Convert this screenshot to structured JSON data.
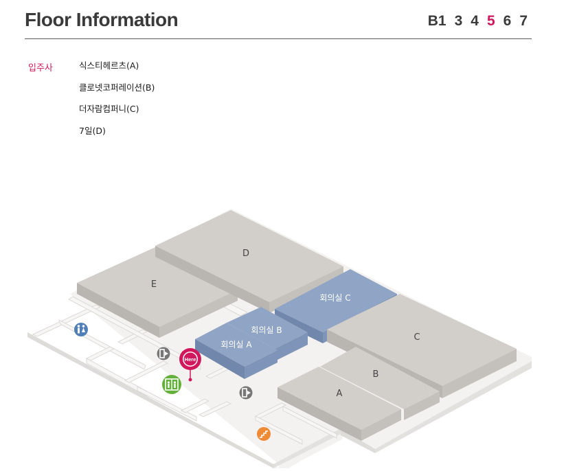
{
  "header": {
    "title": "Floor Information",
    "floors": [
      {
        "label": "B1",
        "active": false
      },
      {
        "label": "3",
        "active": false
      },
      {
        "label": "4",
        "active": false
      },
      {
        "label": "5",
        "active": true
      },
      {
        "label": "6",
        "active": false
      },
      {
        "label": "7",
        "active": false
      }
    ]
  },
  "tenants": {
    "label": "입주사",
    "items": [
      "식스티헤르츠(A)",
      "클로넷코퍼레이션(B)",
      "더자람컴퍼니(C)",
      "7일(D)"
    ]
  },
  "map": {
    "rooms": {
      "a": "A",
      "b": "B",
      "c": "C",
      "d": "D",
      "e": "E",
      "meeting_a": "회의실 A",
      "meeting_b": "회의실 B",
      "meeting_c": "회의실 C"
    },
    "marker": "Here",
    "icons": [
      "restroom-icon",
      "exit-icon",
      "elevator-icon",
      "stairs-icon"
    ],
    "colors": {
      "accent": "#d1185d",
      "room": "#cfccc8",
      "meeting_room": "#8da2c3",
      "floor": "#f1f0ee",
      "restroom": "#4f7fb6",
      "exit": "#777777",
      "elevator": "#63b13b",
      "stairs": "#ef8a35"
    }
  }
}
